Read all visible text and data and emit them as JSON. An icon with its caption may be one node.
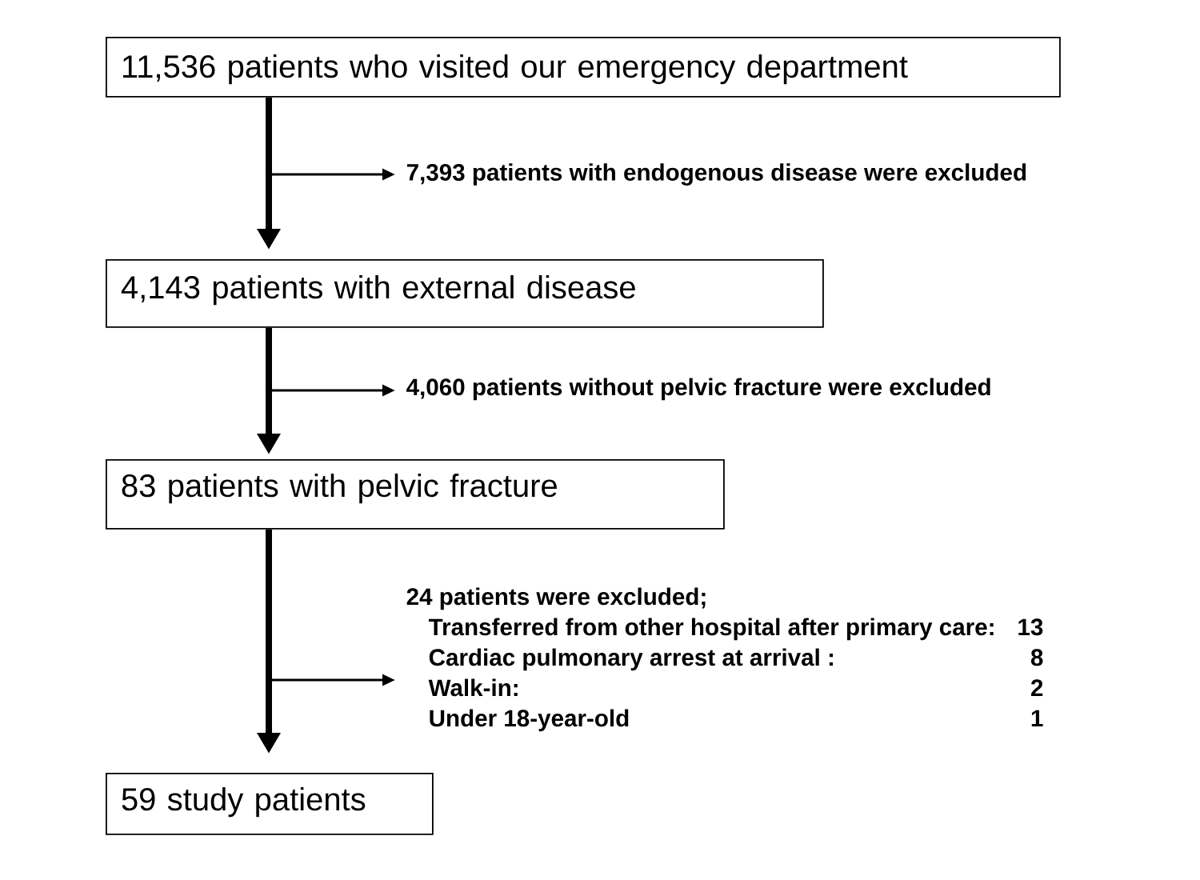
{
  "diagram": {
    "nodes": [
      {
        "text": [
          "11,536 patients who visited our emergency department"
        ]
      },
      {
        "text": [
          "7,393 patients with endogenous disease were excluded"
        ]
      },
      {
        "text": [
          "4,143 patients with external disease"
        ]
      },
      {
        "text": [
          "4,060 patients without pelvic fracture were excluded"
        ]
      },
      {
        "text": [
          "83 patients with pelvic fracture"
        ]
      },
      {
        "text": [
          "24 patients were excluded;",
          "Transferred from other hospital after primary care:",
          "13",
          "Cardiac pulmonary arrest at arrival :",
          "8",
          "Walk-in:",
          "2",
          "Under 18-year-old",
          "1"
        ]
      },
      {
        "text": [
          "59 study patients"
        ]
      }
    ],
    "edges": [
      {
        "from": 0,
        "to": 2,
        "arrow": "to",
        "style": "thick"
      },
      {
        "from": null,
        "to": 1,
        "arrow": "to"
      },
      {
        "from": 2,
        "to": 4,
        "arrow": "to",
        "style": "thick"
      },
      {
        "from": null,
        "to": 3,
        "arrow": "to"
      },
      {
        "from": 4,
        "to": 6,
        "arrow": "to",
        "style": "thick"
      },
      {
        "from": null,
        "to": 5,
        "arrow": "to"
      }
    ]
  }
}
